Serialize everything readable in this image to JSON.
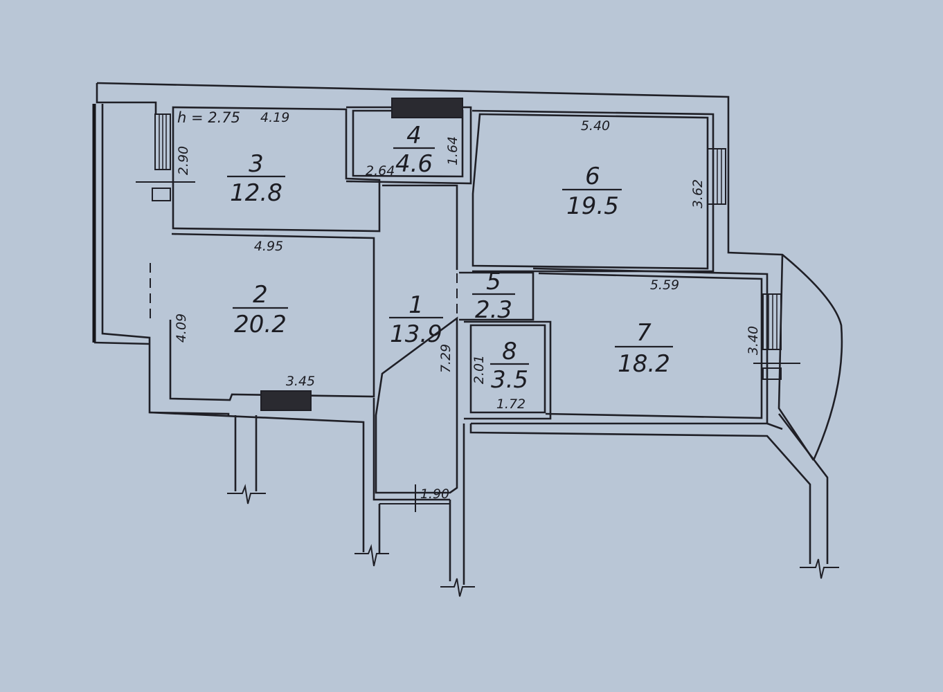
{
  "plan": {
    "ceiling_height": "h = 2.75",
    "rooms": [
      {
        "id": "1",
        "number": "1",
        "area": "13.9"
      },
      {
        "id": "2",
        "number": "2",
        "area": "20.2"
      },
      {
        "id": "3",
        "number": "3",
        "area": "12.8"
      },
      {
        "id": "4",
        "number": "4",
        "area": "4.6"
      },
      {
        "id": "5",
        "number": "5",
        "area": "2.3"
      },
      {
        "id": "6",
        "number": "6",
        "area": "19.5"
      },
      {
        "id": "7",
        "number": "7",
        "area": "18.2"
      },
      {
        "id": "8",
        "number": "8",
        "area": "3.5"
      }
    ],
    "dimensions": {
      "r3_width": "4.19",
      "r3_height": "2.90",
      "r4_width": "2.64",
      "r4_height": "1.64",
      "r6_width": "5.40",
      "r6_height": "3.62",
      "r2_width_top": "4.95",
      "r2_height": "4.09",
      "r2_width_bottom": "3.45",
      "r1_height": "7.29",
      "r1_width": "1.90",
      "r7_width": "5.59",
      "r7_height": "3.40",
      "r8_height": "2.01",
      "r8_width": "1.72"
    }
  },
  "colors": {
    "background": "#b9c6d6",
    "line": "#1f1f26"
  }
}
